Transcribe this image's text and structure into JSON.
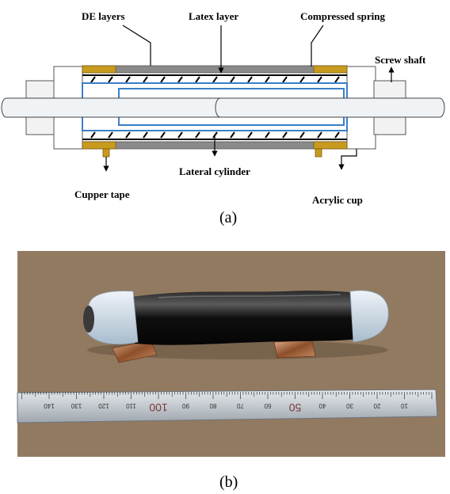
{
  "diagram": {
    "labels": {
      "de_layers": "DE layers",
      "latex_layer": "Latex layer",
      "compressed_spring": "Compressed spring",
      "screw_shaft": "Screw shaft",
      "lateral_cylinder": "Lateral cylinder",
      "cupper_tape": "Cupper tape",
      "acrylic_cup": "Acrylic cup"
    },
    "caption_a": "(a)",
    "caption_b": "(b)"
  },
  "photo": {
    "ruler_numbers": [
      "10",
      "20",
      "30",
      "40",
      "50",
      "60",
      "70",
      "80",
      "90",
      "100",
      "110",
      "120",
      "130",
      "140"
    ]
  },
  "colors": {
    "gold": "#c89a1e",
    "blue": "#3a7fc8",
    "photo_bg": "#8e765e"
  }
}
